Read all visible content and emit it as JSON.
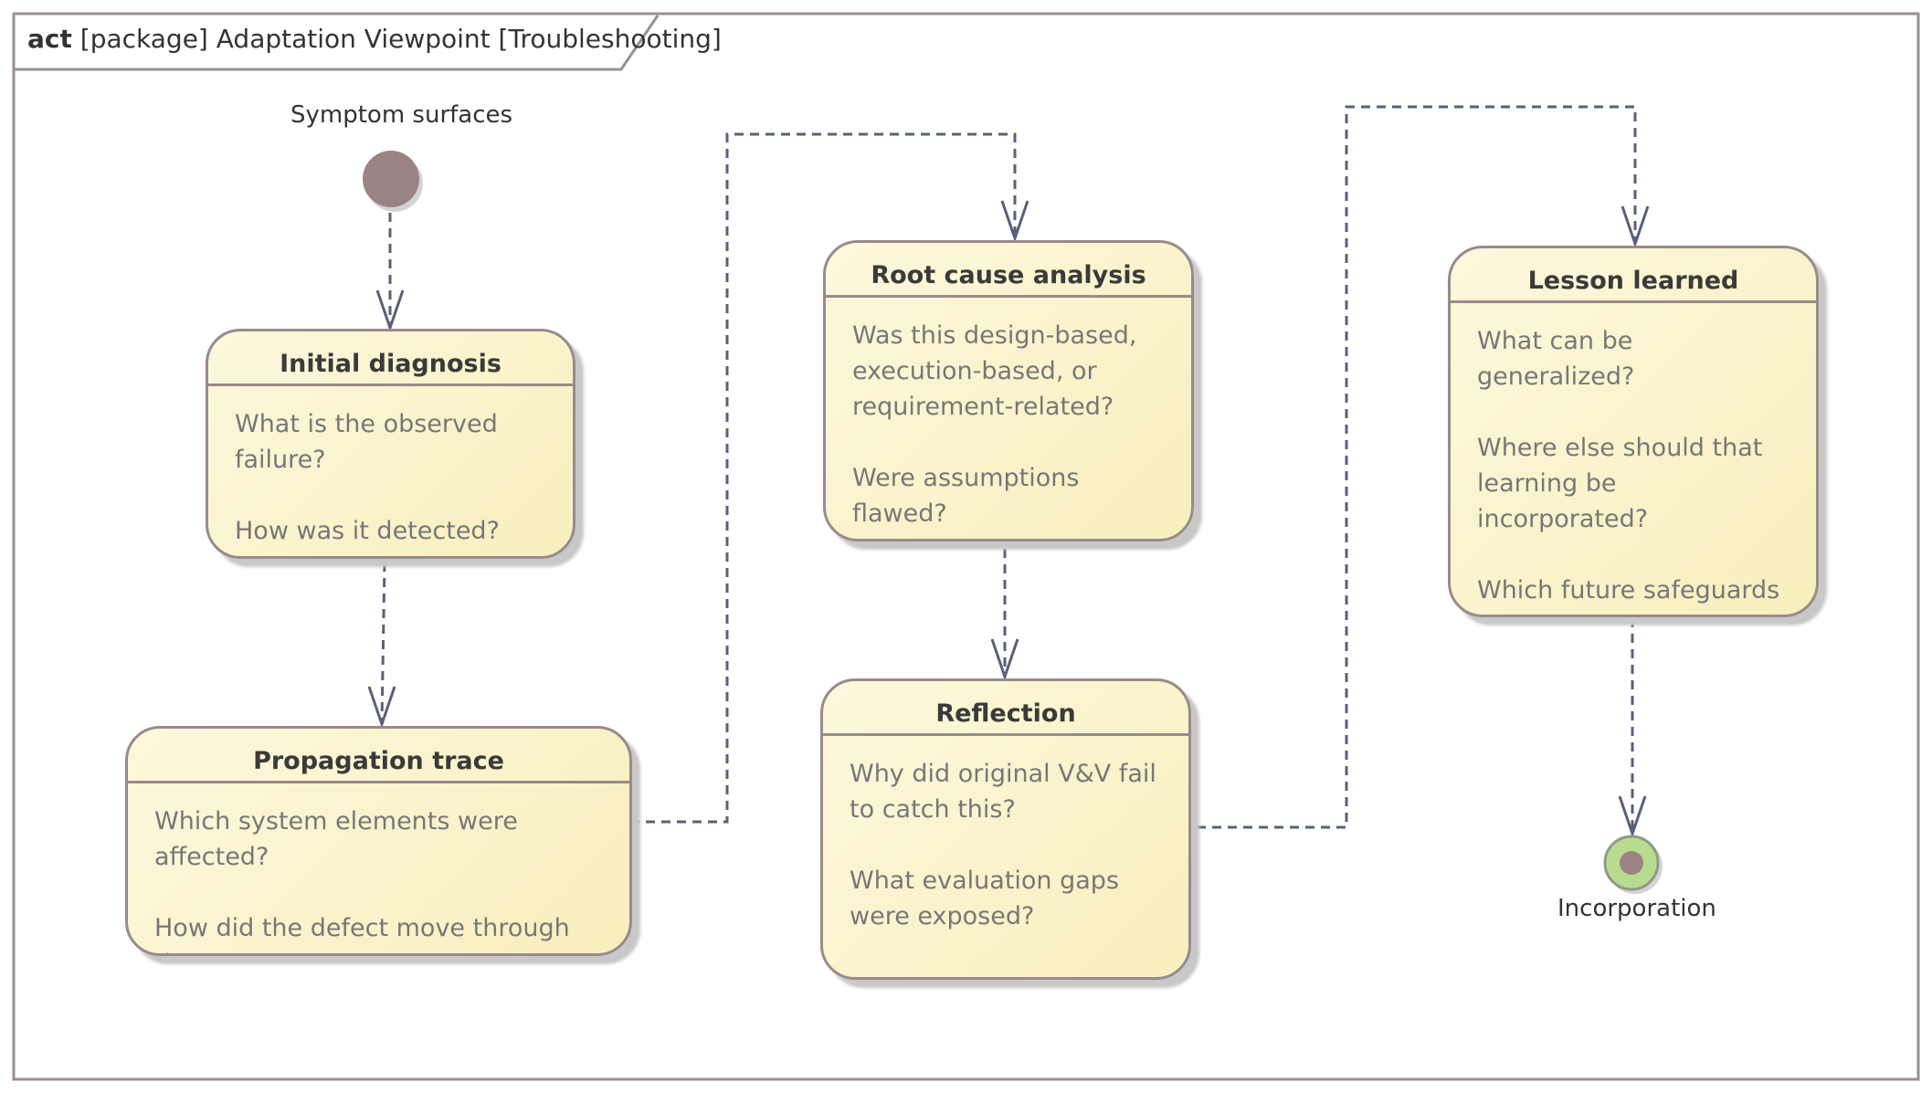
{
  "frame": {
    "keyword": "act",
    "title": "[package] Adaptation Viewpoint [Troubleshooting]"
  },
  "start": {
    "label": "Symptom surfaces"
  },
  "end": {
    "label": "Incorporation"
  },
  "nodes": {
    "initial_diagnosis": {
      "title": "Initial diagnosis",
      "lines": [
        "What is the observed failure?",
        "How was it detected?"
      ]
    },
    "propagation_trace": {
      "title": "Propagation trace",
      "lines": [
        "Which system elements were affected?",
        "How did the defect move through them?"
      ]
    },
    "root_cause_analysis": {
      "title": "Root cause analysis",
      "lines": [
        "Was this design-based, execution-based, or requirement-related?",
        "Were assumptions flawed?"
      ]
    },
    "reflection": {
      "title": "Reflection",
      "lines": [
        "Why did original V&V fail to catch this?",
        "What evaluation gaps were exposed?"
      ]
    },
    "lesson_learned": {
      "title": "Lesson learned",
      "lines": [
        "What can be generalized?",
        "Where else should that learning be incorporated?",
        "Which future safeguards are now required?"
      ]
    }
  },
  "colors": {
    "node_fill": "#f8efbd",
    "node_border": "#9a8a8a",
    "edge": "#5a6078",
    "start_fill": "#9b8383",
    "end_ring": "#b7dc8f"
  }
}
